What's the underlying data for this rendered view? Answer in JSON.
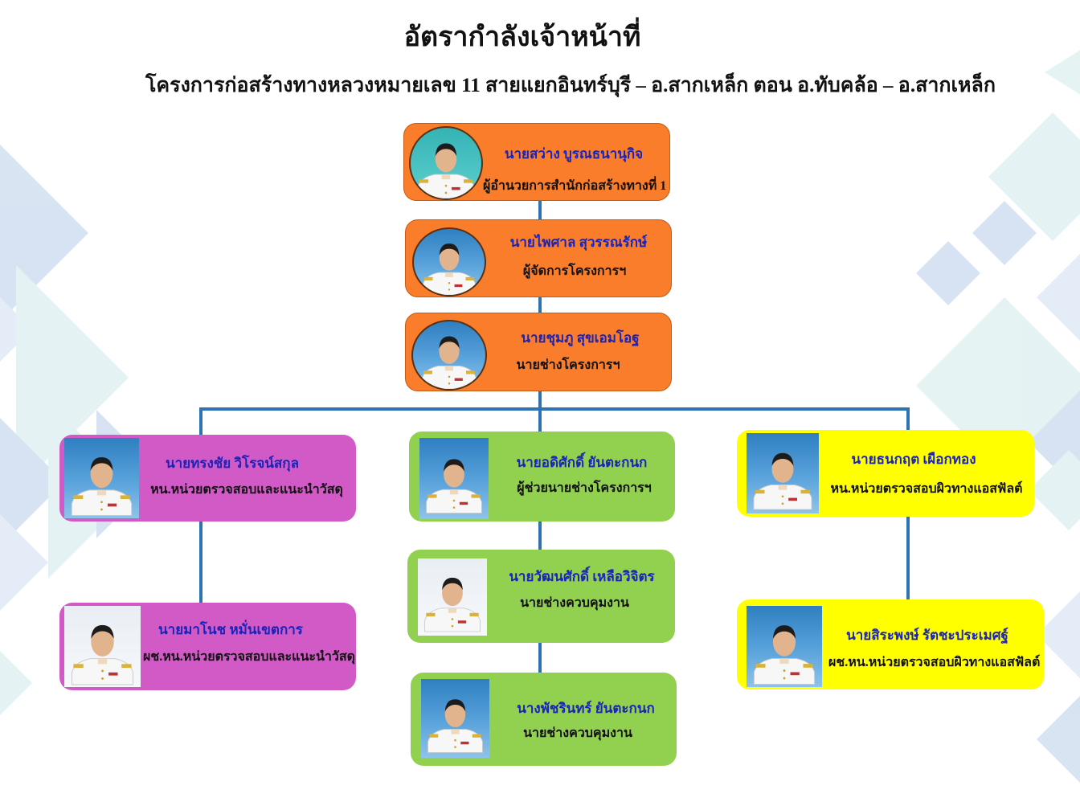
{
  "title": "อัตรากำลังเจ้าหน้าที่",
  "subtitle": "โครงการก่อสร้างทางหลวงหมายเลข 11 สายแยกอินทร์บุรี – อ.สากเหล็ก ตอน อ.ทับคล้อ – อ.สากเหล็ก",
  "colors": {
    "orange": "#f97d2b",
    "magenta": "#d15ac7",
    "green": "#92d050",
    "yellow": "#ffff00",
    "connector": "#2e74b5",
    "name_text": "#1a24b8"
  },
  "nodes": {
    "director": {
      "name": "นายสว่าง บูรณธนานุกิจ",
      "position": "ผู้อำนวยการสำนักก่อสร้างทางที่ 1",
      "icon": "person-photo"
    },
    "manager": {
      "name": "นายไพศาล สุวรรณรักษ์",
      "position": "ผู้จัดการโครงการฯ",
      "icon": "person-photo"
    },
    "engineer": {
      "name": "นายชุมภู สุขเอมโอฐ",
      "position": "นายช่างโครงการฯ",
      "icon": "person-photo"
    },
    "material_head": {
      "name": "นายทรงชัย วิโรจน์สกุล",
      "position": "หน.หน่วยตรวจสอบและแนะนำวัสดุ",
      "icon": "person-photo"
    },
    "material_asst": {
      "name": "นายมาโนช หมั่นเขตการ",
      "position": "ผช.หน.หน่วยตรวจสอบและแนะนำวัสดุ",
      "icon": "person-photo"
    },
    "asst_engineer": {
      "name": "นายอดิศักดิ์ ยันตะกนก",
      "position": "ผู้ช่วยนายช่างโครงการฯ",
      "icon": "person-photo"
    },
    "supervisor_1": {
      "name": "นายวัฒนศักดิ์ เหลือวิจิตร",
      "position": "นายช่างควบคุมงาน",
      "icon": "person-photo"
    },
    "supervisor_2": {
      "name": "นางพัชรินทร์ ยันตะกนก",
      "position": "นายช่างควบคุมงาน",
      "icon": "person-photo"
    },
    "asphalt_head": {
      "name": "นายธนกฤต เผือกทอง",
      "position": "หน.หน่วยตรวจสอบผิวทางแอสฟัลต์",
      "icon": "person-photo"
    },
    "asphalt_asst": {
      "name": "นายสิระพงษ์ รัตชะประเมศฐ์",
      "position": "ผช.หน.หน่วยตรวจสอบผิวทางแอสฟัลต์",
      "icon": "person-photo"
    }
  }
}
